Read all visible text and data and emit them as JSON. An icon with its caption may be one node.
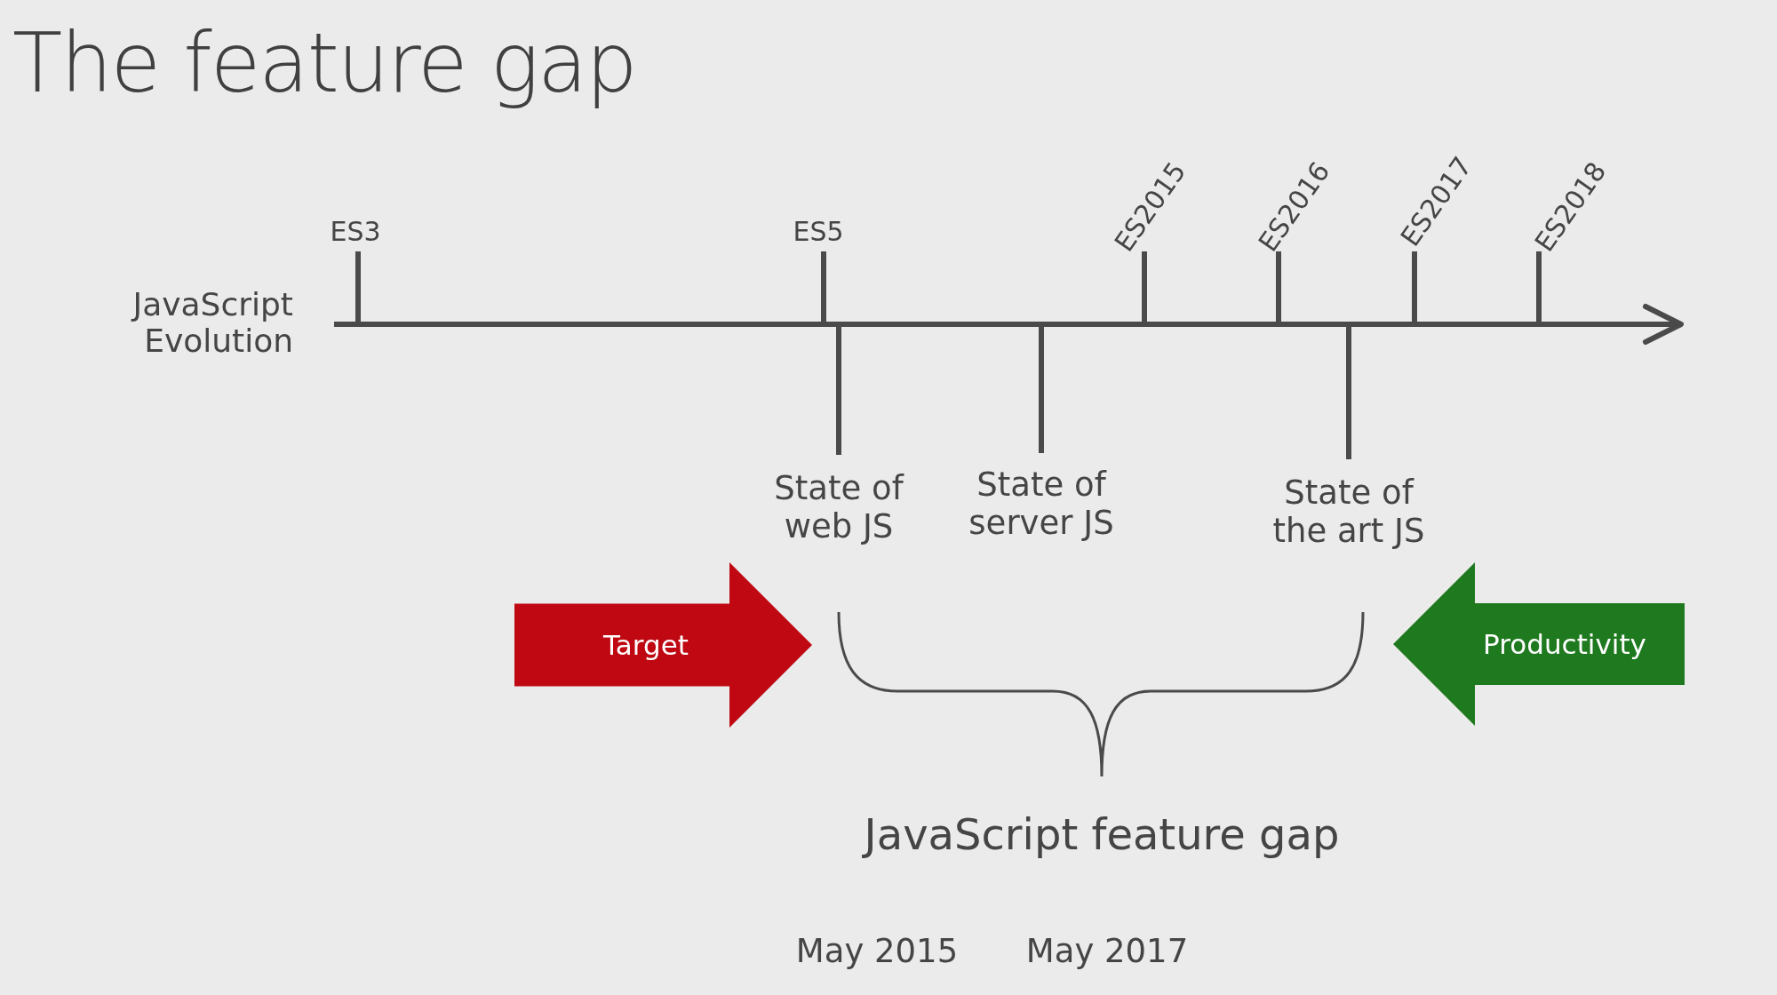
{
  "diagram": {
    "title": "The feature gap",
    "nodes": [
      {
        "text": [
          "Target"
        ]
      },
      {
        "text": [
          "Productivity"
        ]
      }
    ],
    "edges": [],
    "labels": [
      "ES3",
      "ES5",
      "ES2015",
      "ES2016",
      "ES2017",
      "ES2018",
      "JavaScript Evolution",
      "State of web JS",
      "State of server JS",
      "State of the art JS",
      "JavaScript feature gap",
      "May 2015",
      "May 2017"
    ]
  }
}
